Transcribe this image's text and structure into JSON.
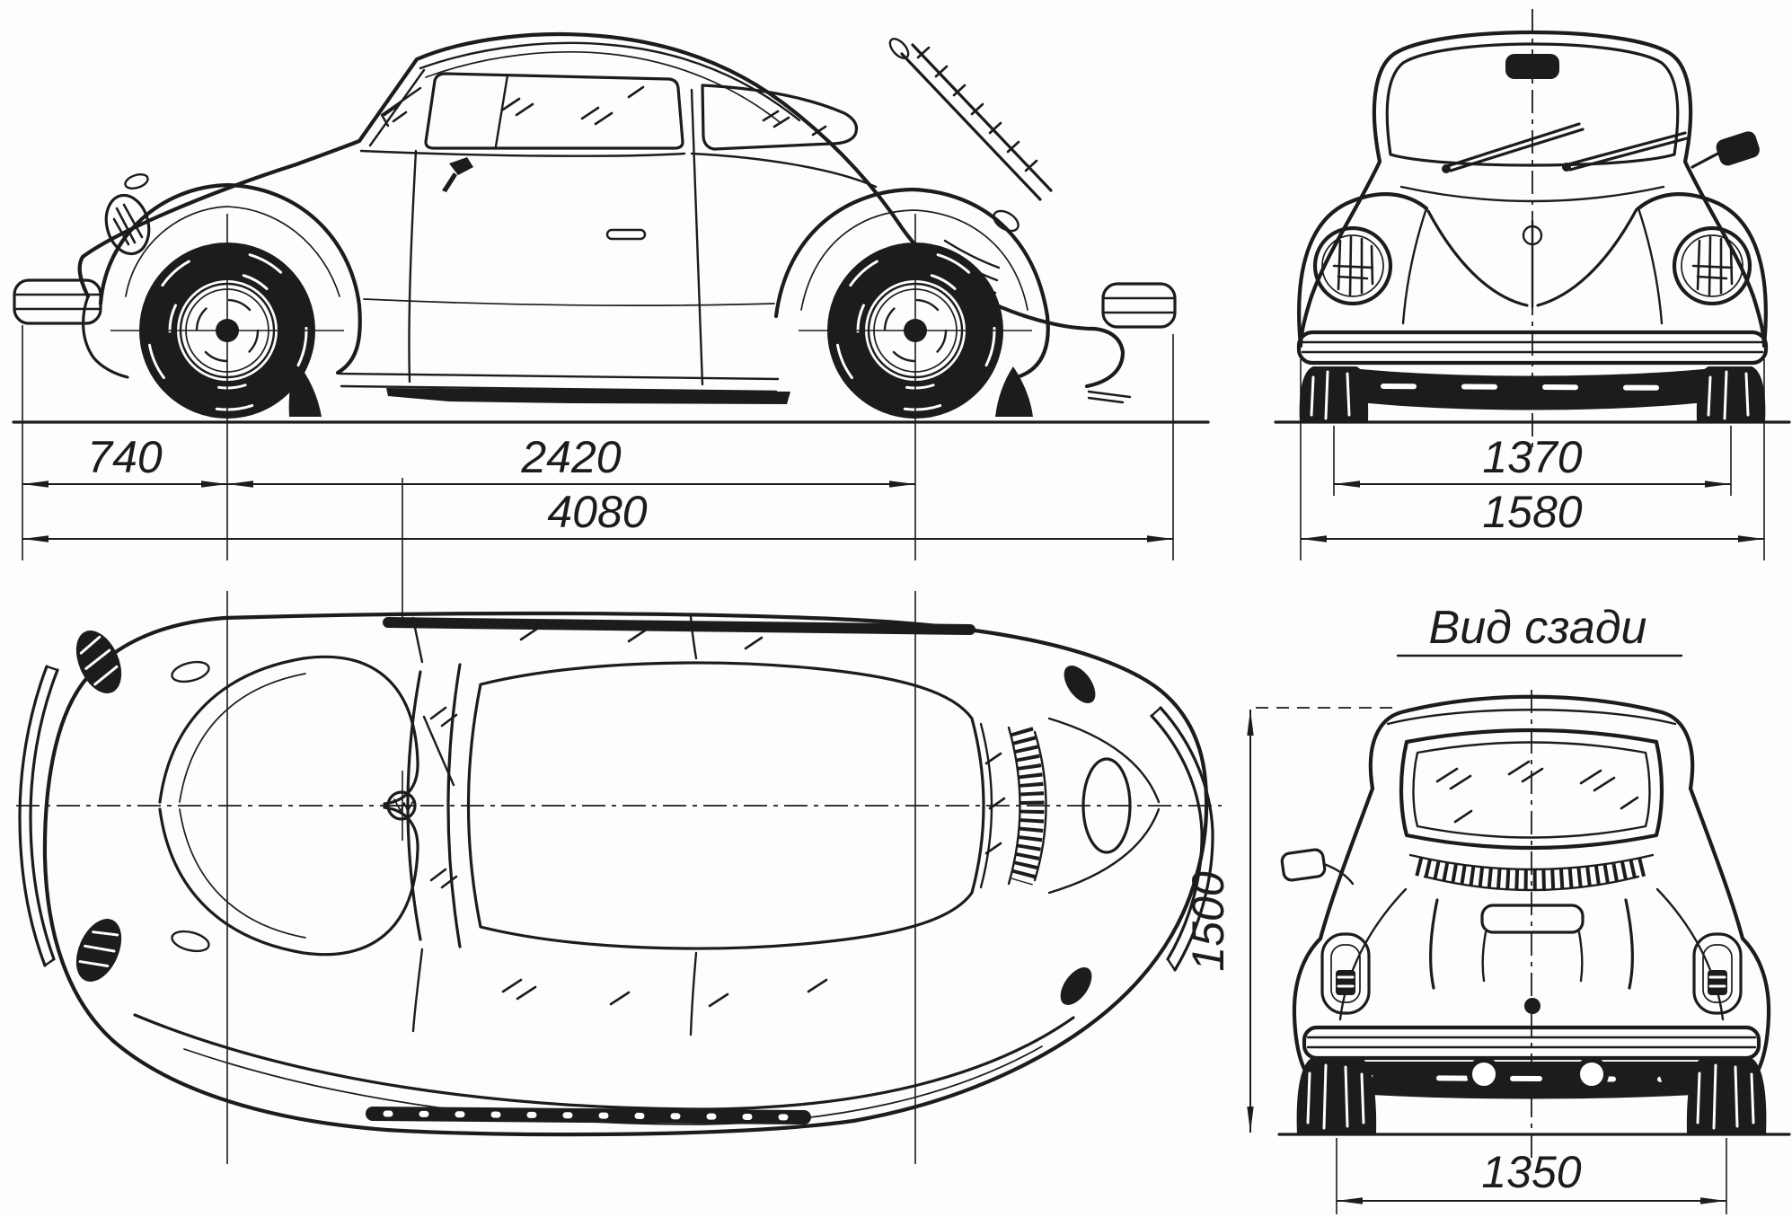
{
  "blueprint": {
    "paper_color": "#fdfdfc",
    "ink_color": "#1c1c1c",
    "rear_view_title": "Вид сзади",
    "side_view": {
      "front_overhang_mm": "740",
      "wheelbase_mm": "2420",
      "overall_length_mm": "4080"
    },
    "front_view": {
      "front_track_mm": "1370",
      "overall_width_mm": "1580"
    },
    "rear_view": {
      "overall_height_mm": "1500",
      "rear_track_mm": "1350"
    }
  }
}
